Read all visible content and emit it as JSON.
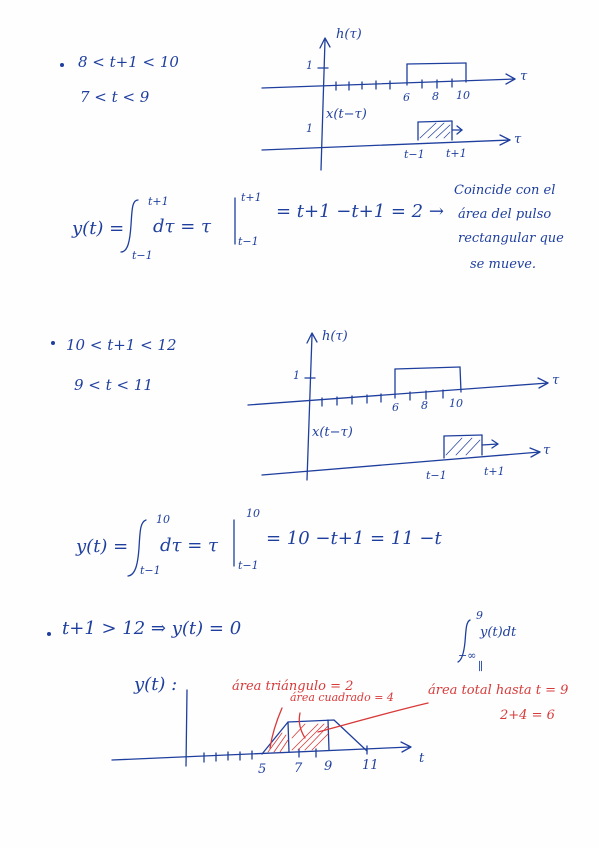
{
  "case1": {
    "cond": "8 < t+1 < 10",
    "cond2": "7 < t < 9",
    "h_label": "h(τ)",
    "h_amp": "1",
    "h_ticks": [
      "6",
      "8",
      "10"
    ],
    "tau": "τ",
    "x_label": "x(t−τ)",
    "x_amp": "1",
    "x_ticks": [
      "t−1",
      "t+1"
    ],
    "tau2": "τ",
    "y_lhs": "y(t) =",
    "int_upper": "t+1",
    "int_lower": "t−1",
    "integrand": "dτ = τ",
    "eval_upper": "t+1",
    "eval_lower": "t−1",
    "result": "= t+1 −t+1 = 2 →",
    "note": [
      "Coincide con el",
      "área del pulso",
      "rectangular que",
      "se mueve."
    ]
  },
  "case2": {
    "cond": "10 < t+1 < 12",
    "cond2": "9 < t < 11",
    "h_label": "h(τ)",
    "h_amp": "1",
    "h_ticks": [
      "6",
      "8",
      "10"
    ],
    "tau": "τ",
    "x_label": "x(t−τ)",
    "x_ticks": [
      "t−1",
      "t+1"
    ],
    "tau2": "τ",
    "y_lhs": "y(t) =",
    "int_upper": "10",
    "int_lower": "t−1",
    "integrand": "dτ = τ",
    "eval_upper": "10",
    "eval_lower": "t−1",
    "result": "= 10 −t+1 = 11 −t"
  },
  "case3": {
    "cond": "t+1 > 12 ⇒ y(t) = 0",
    "int_upper": "9",
    "int_lower": "−∞",
    "integrand": "y(t)dt",
    "int_bar": "∥"
  },
  "final_plot": {
    "y_label": "y(t) :",
    "t_label": "t",
    "ticks": [
      "5",
      "7",
      "9",
      "11"
    ],
    "area_rect": "área triángulo = 2",
    "area_square": "área cuadrado = 4",
    "area_total": "área total hasta t = 9",
    "area_sum": "2+4 = 6"
  }
}
